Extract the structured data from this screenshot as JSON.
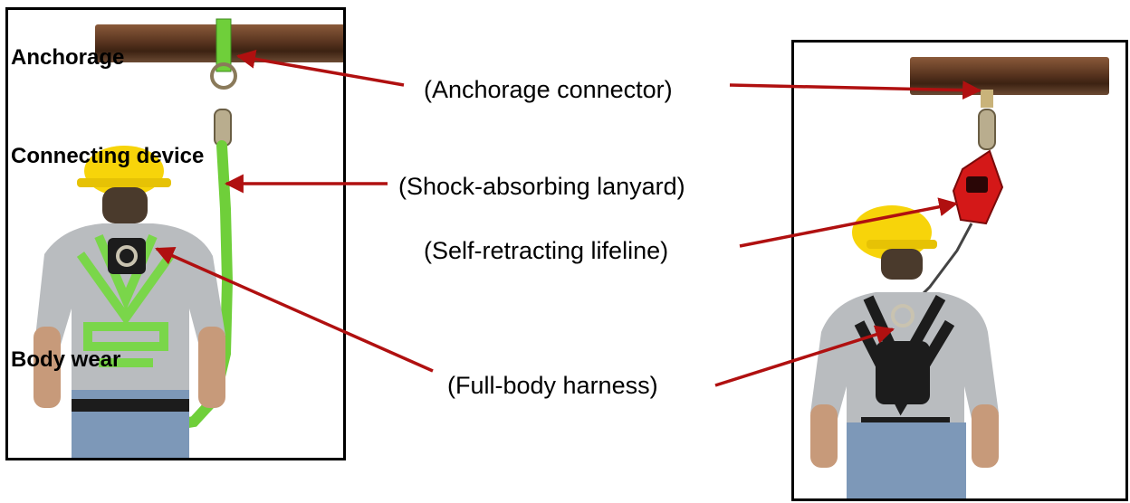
{
  "left_panel": {
    "titles": {
      "anchorage": "Anchorage",
      "connecting_device": "Connecting device",
      "body_wear": "Body wear"
    }
  },
  "callouts": {
    "anchorage_connector": "(Anchorage connector)",
    "shock_absorbing_lanyard": "(Shock-absorbing lanyard)",
    "self_retracting_lifeline": "(Self-retracting lifeline)",
    "full_body_harness": "(Full-body harness)"
  },
  "colors": {
    "arrow": "#b01010",
    "lanyard": "#6fcf3a",
    "harness_green": "#7ad64a",
    "harness_black": "#1c1c1c",
    "beam": "#5a3520",
    "helmet": "#f7d40a",
    "srl_red": "#d41818",
    "shirt": "#b9bcbf",
    "jeans": "#7d98b8"
  }
}
